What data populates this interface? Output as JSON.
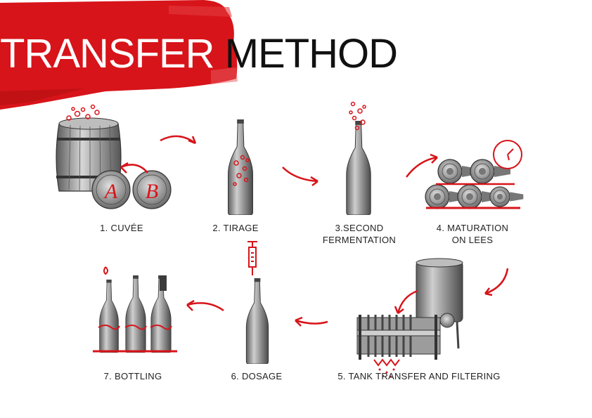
{
  "title": {
    "word1": "TRANSFER",
    "word2": "METHOD"
  },
  "colors": {
    "accent": "#d7141a",
    "metal": "#8a8a8a",
    "ink": "#222222"
  },
  "steps": [
    {
      "number": "1.",
      "line1": "CUVÉE",
      "line2": "",
      "icon": "barrel-icon"
    },
    {
      "number": "2.",
      "line1": "TIRAGE",
      "line2": "",
      "icon": "bottle-yeast-icon"
    },
    {
      "number": "3.",
      "line1": "SECOND",
      "line2": "FERMENTATION",
      "icon": "bottle-bubbles-icon"
    },
    {
      "number": "4.",
      "line1": "MATURATION",
      "line2": "ON LEES",
      "icon": "stacked-bottles-icon"
    },
    {
      "number": "5.",
      "line1": "TANK TRANSFER AND FILTERING",
      "line2": "",
      "icon": "tank-filter-icon"
    },
    {
      "number": "6.",
      "line1": "DOSAGE",
      "line2": "",
      "icon": "syringe-bottle-icon"
    },
    {
      "number": "7.",
      "line1": "BOTTLING",
      "line2": "",
      "icon": "bottles-icon"
    }
  ],
  "barrel_heads": [
    "A",
    "B"
  ]
}
